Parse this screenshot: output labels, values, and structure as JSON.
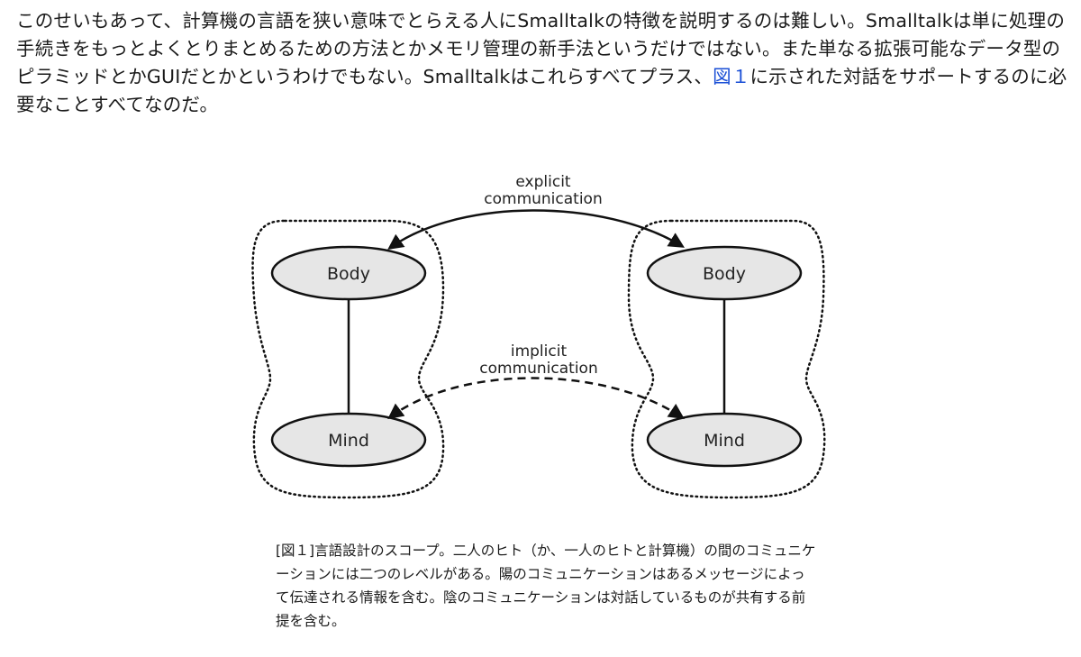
{
  "intro": {
    "text_before_link": "このせいもあって、計算機の言語を狭い意味でとらえる人にSmalltalkの特徴を説明するのは難しい。Smalltalkは単に処理の手続きをもっとよくとりまとめるための方法とかメモリ管理の新手法というだけではない。また単なる拡張可能なデータ型のピラミッドとかGUIだとかというわけでもない。Smalltalkはこれらすべてプラス、",
    "link_text": "図１",
    "text_after_link": "に示された対話をサポートするのに必要なことすべてなのだ。"
  },
  "figure": {
    "explicit_label_line1": "explicit",
    "explicit_label_line2": "communication",
    "implicit_label_line1": "implicit",
    "implicit_label_line2": "communication",
    "left_body": "Body",
    "left_mind": "Mind",
    "right_body": "Body",
    "right_mind": "Mind"
  },
  "caption": {
    "text": "[図１]言語設計のスコープ。二人のヒト（か、一人のヒトと計算機）の間のコミュニケーションには二つのレベルがある。陽のコミュニケーションはあるメッセージによって伝達される情報を含む。陰のコミュニケーションは対話しているものが共有する前提を含む。"
  },
  "colors": {
    "link": "#1a4fd6",
    "ellipse_fill": "#e6e6e6",
    "stroke": "#111111"
  }
}
